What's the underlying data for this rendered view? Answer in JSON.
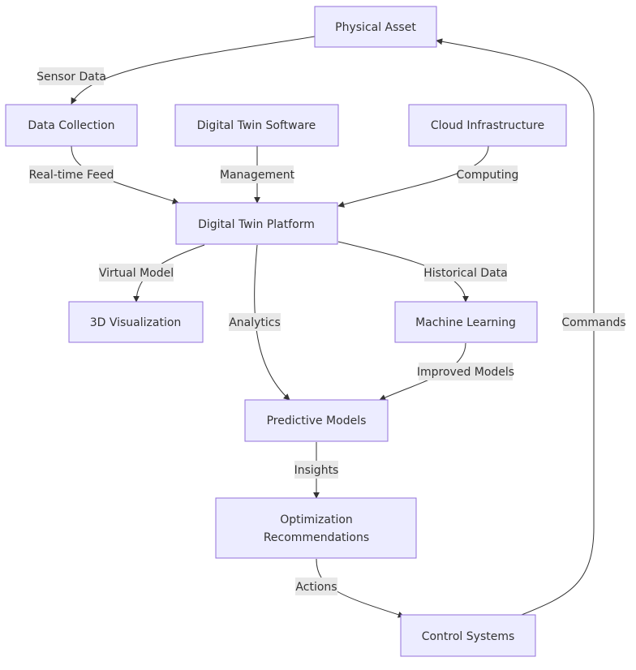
{
  "nodes": {
    "physical_asset": "Physical Asset",
    "data_collection": "Data Collection",
    "dt_software": "Digital Twin Software",
    "cloud_infra": "Cloud Infrastructure",
    "dt_platform": "Digital Twin Platform",
    "visualization": "3D Visualization",
    "machine_learning": "Machine Learning",
    "predictive_models": "Predictive Models",
    "optimization_line1": "Optimization",
    "optimization_line2": "Recommendations",
    "control_systems": "Control Systems"
  },
  "edges": {
    "sensor_data": "Sensor Data",
    "realtime_feed": "Real-time Feed",
    "management": "Management",
    "computing": "Computing",
    "virtual_model": "Virtual Model",
    "analytics": "Analytics",
    "historical_data": "Historical Data",
    "improved_models": "Improved Models",
    "insights": "Insights",
    "actions": "Actions",
    "commands": "Commands"
  },
  "colors": {
    "node_fill": "#ECECFF",
    "node_stroke": "#9370DB",
    "edge_stroke": "#333333",
    "label_bg": "#E8E8E8"
  }
}
